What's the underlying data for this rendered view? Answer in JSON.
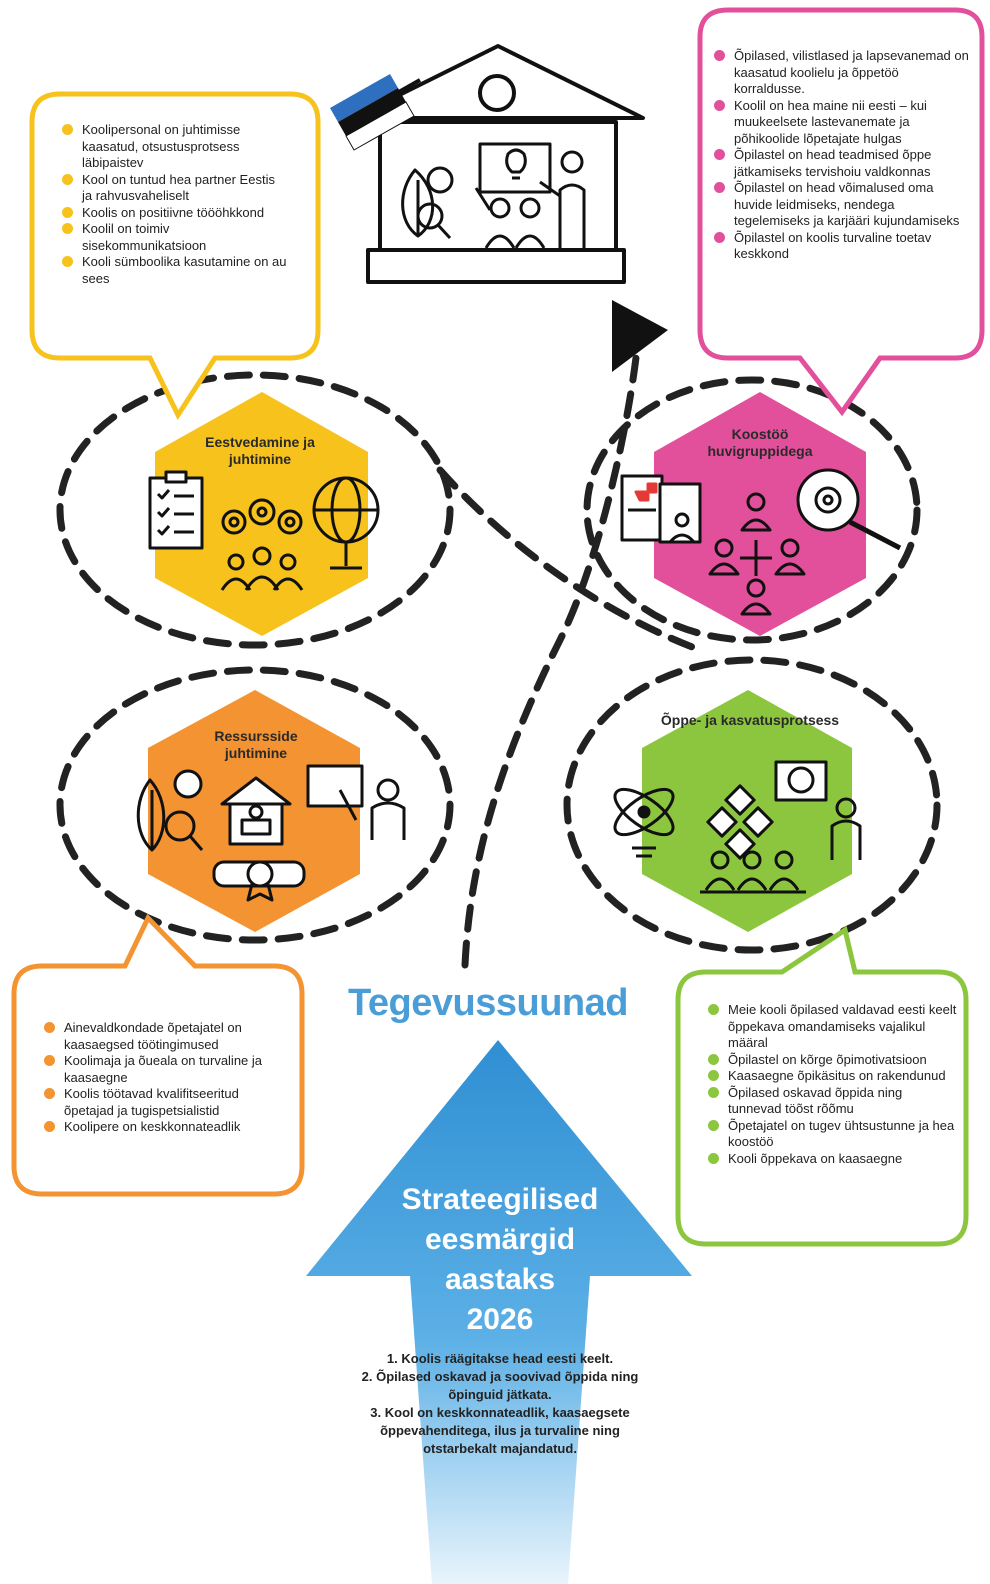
{
  "colors": {
    "yellow": "#f6c21b",
    "pink": "#e2509b",
    "orange": "#f39332",
    "green": "#8cc63f",
    "arrow_blue": "#3c9ad8",
    "title_blue": "#4a9dd6",
    "flag_blue": "#2f6fc0"
  },
  "icons": {
    "school_building": "school-building-icon",
    "estonian_flag": "estonian-flag-icon",
    "leadership": [
      "clipboard-checklist-icon",
      "gears-icon",
      "people-group-icon",
      "globe-icon"
    ],
    "cooperation": [
      "medical-kit-icon",
      "hand-tablet-icon",
      "people-network-icon",
      "gear-lightbulb-magnifier-icon"
    ],
    "resources": [
      "leaf-magnifier-icon",
      "house-person-icon",
      "teacher-board-icon",
      "diploma-scroll-icon"
    ],
    "learning": [
      "atom-lightbulb-icon",
      "puzzle-pieces-icon",
      "classroom-teacher-icon"
    ]
  },
  "yellow_callout": {
    "items": [
      "Koolipersonal on juhtimisse kaasatud, otsustusprotsess läbipaistev",
      "Kool on tuntud hea partner Eestis ja rahvusvaheliselt",
      "Koolis on positiivne töööhkkond",
      "Koolil on toimiv sisekommunikatsioon",
      "Kooli sümboolika kasutamine on au sees"
    ]
  },
  "pink_callout": {
    "items": [
      "Õpilased, vilistlased ja lapsevanemad on kaasatud koolielu ja õppetöö korraldusse.",
      "Koolil on hea maine nii eesti – kui muukeelsete lastevanemate ja põhikoolide lõpetajate hulgas",
      "Õpilastel on head teadmised õppe jätkamiseks tervishoiu valdkonnas",
      "Õpilastel on head võimalused oma huvide leidmiseks, nendega tegelemiseks ja karjääri kujundamiseks",
      "Õpilastel on koolis turvaline toetav keskkond"
    ]
  },
  "orange_callout": {
    "items": [
      "Ainevaldkondade õpetajatel on kaasaegsed töötingimused",
      "Koolimaja ja õueala on turvaline ja kaasaegne",
      "Koolis töötavad kvalifitseeritud õpetajad ja tugispetsialistid",
      "Koolipere on keskkonnateadlik"
    ]
  },
  "green_callout": {
    "items": [
      "Meie kooli õpilased valdavad eesti keelt õppekava omandamiseks vajalikul määral",
      "Õpilastel on kõrge õpimotivatsioon",
      "Kaasaegne õpikäsitus on rakendunud",
      "Õpilased oskavad õppida ning tunnevad töõst rõõmu",
      "Õpetajatel on tugev ühtsustunne ja hea koostöö",
      "Kooli õppekava on kaasaegne"
    ]
  },
  "hexagons": {
    "leadership": "Eestvedamine ja juhtimine",
    "cooperation": "Koostöö huvigruppidega",
    "resources": "Ressursside juhtimine",
    "learning": "Õppe- ja kasvatusprotsess"
  },
  "section_title": "Tegevussuunad",
  "goal_arrow": {
    "title_lines": [
      "Strateegilised",
      "eesmärgid",
      "aastaks",
      "2026"
    ],
    "goals": [
      "1. Koolis räägitakse head eesti keelt.",
      "2. Õpilased oskavad ja soovivad õppida ning õpinguid jätkata.",
      "3. Kool on keskkonnateadlik, kaasaegsete õppevahenditega, ilus ja turvaline ning otstarbekalt majandatud."
    ]
  }
}
